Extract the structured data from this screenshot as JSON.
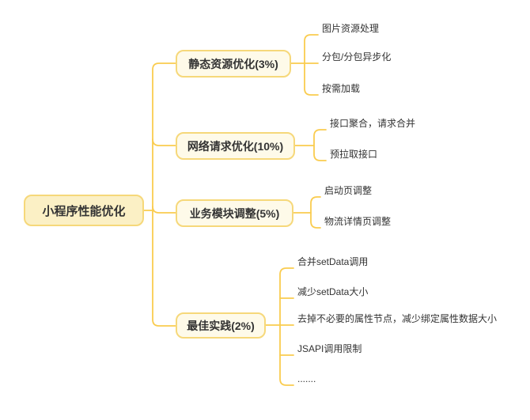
{
  "theme": {
    "background": "#ffffff",
    "line_color": "#FACC4F",
    "node_border_color": "#F6D87A",
    "root_fill": "#FBF0C5",
    "branch_fill": "#FEFAE9",
    "text_color": "#333333"
  },
  "mindmap": {
    "root": {
      "label": "小程序性能优化"
    },
    "branches": [
      {
        "label": "静态资源优化(3%)",
        "children": [
          "图片资源处理",
          "分包/分包异步化",
          "按需加载"
        ]
      },
      {
        "label": "网络请求优化(10%)",
        "children": [
          "接口聚合，请求合并",
          "预拉取接口"
        ]
      },
      {
        "label": "业务模块调整(5%)",
        "children": [
          "启动页调整",
          "物流详情页调整"
        ]
      },
      {
        "label": "最佳实践(2%)",
        "children": [
          "合并setData调用",
          "减少setData大小",
          "去掉不必要的属性节点，减少绑定属性数据大小",
          "JSAPI调用限制",
          "......."
        ]
      }
    ]
  }
}
